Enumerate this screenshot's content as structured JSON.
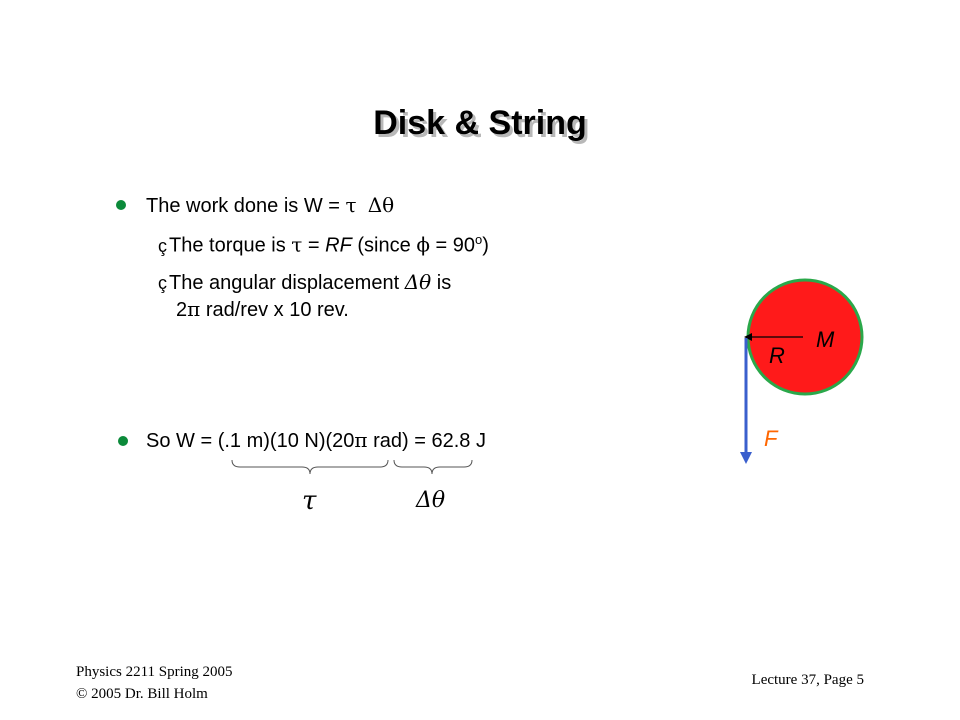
{
  "slide": {
    "title": "Disk & String"
  },
  "bullets": {
    "b1": {
      "text": "The work done is W = ",
      "tau": "τ",
      "delta_theta": "Δθ"
    },
    "sub1": {
      "marker": "ç",
      "text_a": "The torque is ",
      "tau": "τ",
      "text_b": " = ",
      "rf": "RF",
      "text_c": "  (since ",
      "phi": "ϕ",
      "text_d": " = 90",
      "sup": "o",
      "text_e": ")"
    },
    "sub2": {
      "marker": "ç",
      "text_a": "The angular displacement  ",
      "delta_theta": "Δθ",
      "text_b": "  is",
      "text_c": "2",
      "pi": "π",
      "text_d": " rad/rev x 10 rev."
    },
    "b2": {
      "text_a": "So W = (.1 m)(10 N)(20",
      "pi": "π",
      "text_b": " rad) = 62.8 J"
    }
  },
  "brace_labels": {
    "tau": "τ",
    "delta_theta": "Δθ"
  },
  "diagram": {
    "mass_label": "M",
    "radius_label": "R",
    "force_label": "F",
    "disk_color": "#ff1a1a",
    "disk_border_color": "#2aa84a",
    "force_color": "#3a5fcd",
    "label_color": "#ff6600"
  },
  "footer": {
    "left_line1": "Physics 2211 Spring 2005",
    "left_line2": "© 2005 Dr. Bill Holm",
    "right": "Lecture 37, Page 5"
  }
}
